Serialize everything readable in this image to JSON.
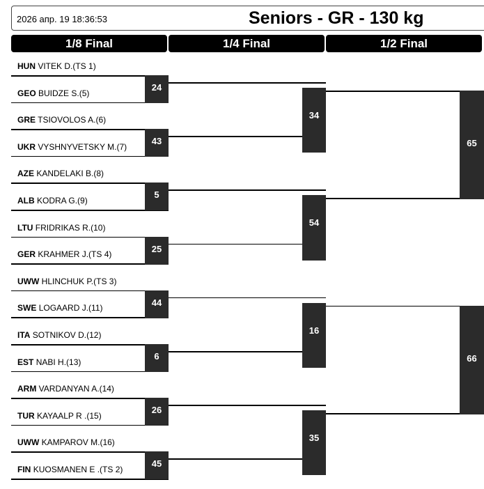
{
  "header": {
    "datetime": "2026 апр. 19 18:36:53",
    "title": "Seniors - GR - 130 kg"
  },
  "rounds": [
    "1/8 Final",
    "1/4 Final",
    "1/2 Final"
  ],
  "athletes": [
    {
      "country": "HUN",
      "name": "VITEK D.(TS 1)"
    },
    {
      "country": "GEO",
      "name": "BUIDZE S.(5)"
    },
    {
      "country": "GRE",
      "name": "TSIOVOLOS A.(6)"
    },
    {
      "country": "UKR",
      "name": "VYSHNYVETSKY M.(7)"
    },
    {
      "country": "AZE",
      "name": "KANDELAKI B.(8)"
    },
    {
      "country": "ALB",
      "name": "KODRA G.(9)"
    },
    {
      "country": "LTU",
      "name": "FRIDRIKAS R.(10)"
    },
    {
      "country": "GER",
      "name": "KRAHMER J.(TS 4)"
    },
    {
      "country": "UWW",
      "name": "HLINCHUK P.(TS 3)"
    },
    {
      "country": "SWE",
      "name": "LOGAARD J.(11)"
    },
    {
      "country": "ITA",
      "name": "SOTNIKOV D.(12)"
    },
    {
      "country": "EST",
      "name": "NABI H.(13)"
    },
    {
      "country": "ARM",
      "name": "VARDANYAN A.(14)"
    },
    {
      "country": "TUR",
      "name": "KAYAALP R .(15)"
    },
    {
      "country": "UWW",
      "name": "KAMPAROV M.(16)"
    },
    {
      "country": "FIN",
      "name": "KUOSMANEN E .(TS 2)"
    }
  ],
  "bouts": {
    "r16": [
      "24",
      "43",
      "5",
      "25",
      "44",
      "6",
      "26",
      "45"
    ],
    "qf": [
      "34",
      "54",
      "16",
      "35"
    ],
    "sf": [
      "65",
      "66"
    ]
  }
}
